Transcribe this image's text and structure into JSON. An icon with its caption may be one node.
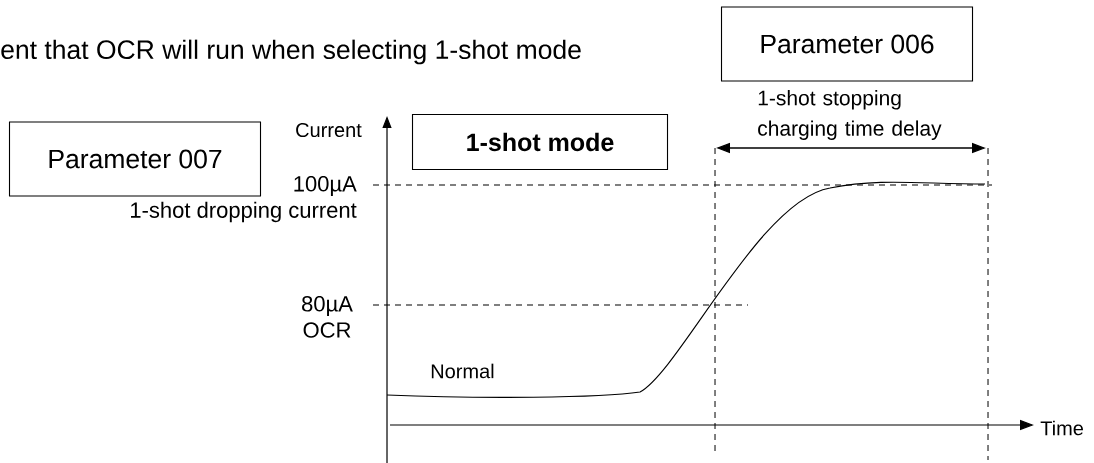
{
  "diagram": {
    "nodes": [
      {
        "text": [
          "Parameter 006"
        ]
      },
      {
        "text": [
          "Parameter 007"
        ]
      },
      {
        "text": [
          "1-shot mode"
        ]
      }
    ],
    "labels": [
      "ent that OCR will run when selecting 1-shot mode",
      "1-shot stopping charging time delay",
      "Current",
      "100µA",
      "1-shot dropping current",
      "80µA",
      "OCR",
      "Normal",
      "Time"
    ]
  }
}
